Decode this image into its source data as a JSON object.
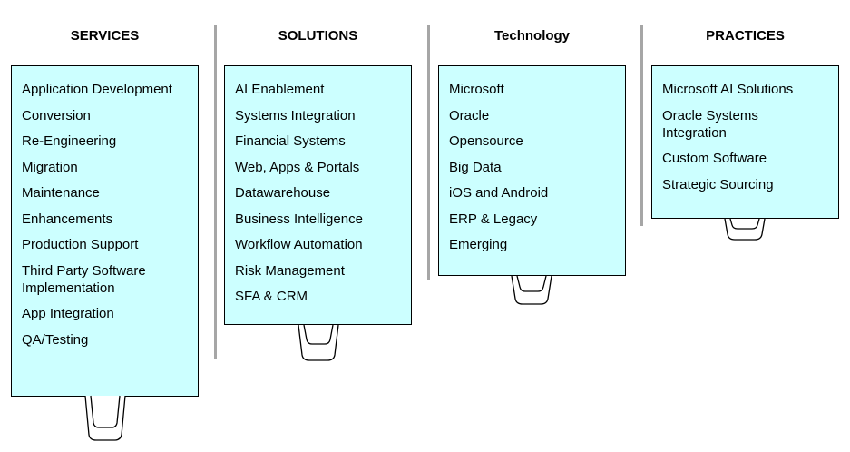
{
  "columns": [
    {
      "title": "SERVICES",
      "items": [
        "Application Development",
        "Conversion",
        "Re-Engineering",
        "Migration",
        "Maintenance",
        "Enhancements",
        "Production Support",
        "Third Party Software Implementation",
        "App Integration",
        "QA/Testing"
      ]
    },
    {
      "title": "SOLUTIONS",
      "items": [
        "AI Enablement",
        "Systems Integration",
        "Financial Systems",
        "Web, Apps & Portals",
        "Datawarehouse",
        "Business Intelligence",
        "Workflow Automation",
        "Risk Management",
        "SFA & CRM"
      ]
    },
    {
      "title": "Technology",
      "items": [
        "Microsoft",
        "Oracle",
        "Opensource",
        "Big Data",
        "iOS and Android",
        "ERP & Legacy",
        "Emerging"
      ]
    },
    {
      "title": "PRACTICES",
      "items": [
        "Microsoft AI Solutions",
        "Oracle Systems Integration",
        "Custom Software",
        "Strategic Sourcing"
      ]
    }
  ],
  "colors": {
    "card_fill": "#ccffff",
    "card_border": "#000000",
    "divider": "#a6a6a6"
  }
}
